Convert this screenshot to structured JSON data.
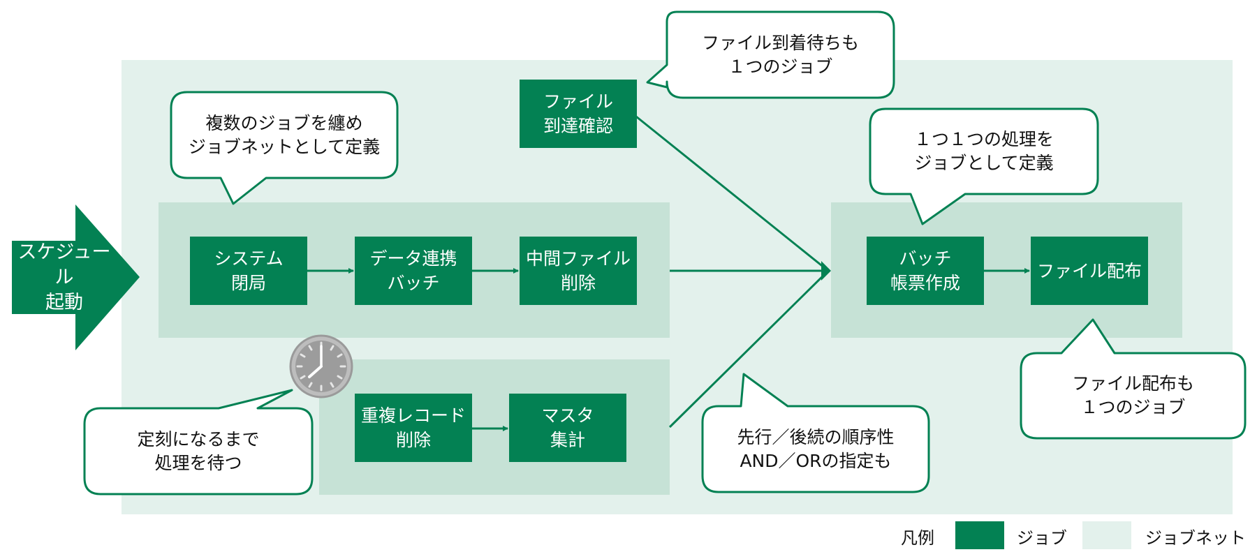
{
  "start": {
    "lines": [
      "スケジュール",
      "起動"
    ]
  },
  "jobs": {
    "system_close": {
      "lines": [
        "システム",
        "閉局"
      ]
    },
    "data_batch": {
      "lines": [
        "データ連携",
        "バッチ"
      ]
    },
    "mid_file_delete": {
      "lines": [
        "中間ファイル",
        "削除"
      ]
    },
    "file_arrival": {
      "lines": [
        "ファイル",
        "到達確認"
      ]
    },
    "dup_record_delete": {
      "lines": [
        "重複レコード",
        "削除"
      ]
    },
    "master_total": {
      "lines": [
        "マスタ",
        "集計"
      ]
    },
    "batch_report": {
      "lines": [
        "バッチ",
        "帳票作成"
      ]
    },
    "file_distribution": {
      "lines": [
        "ファイル配布"
      ]
    }
  },
  "callouts": {
    "file_arrival_wait": {
      "lines": [
        "ファイル到着待ちも",
        "１つのジョブ"
      ]
    },
    "jobnet_define": {
      "lines": [
        "複数のジョブを纏め",
        "ジョブネットとして定義"
      ]
    },
    "each_job": {
      "lines": [
        "１つ１つの処理を",
        "ジョブとして定義"
      ]
    },
    "file_dist_job": {
      "lines": [
        "ファイル配布も",
        "１つのジョブ"
      ]
    },
    "wait_time": {
      "lines": [
        "定刻になるまで",
        "処理を待つ"
      ]
    },
    "order": {
      "lines": [
        "先行／後続の順序性",
        "AND／ORの指定も"
      ]
    }
  },
  "legend": {
    "title": "凡例",
    "job": "ジョブ",
    "jobnet": "ジョブネット"
  },
  "colors": {
    "job": "#038153",
    "jobnet": "#c6e2d6",
    "outer": "#e3f1ec",
    "arrow": "#038153"
  }
}
